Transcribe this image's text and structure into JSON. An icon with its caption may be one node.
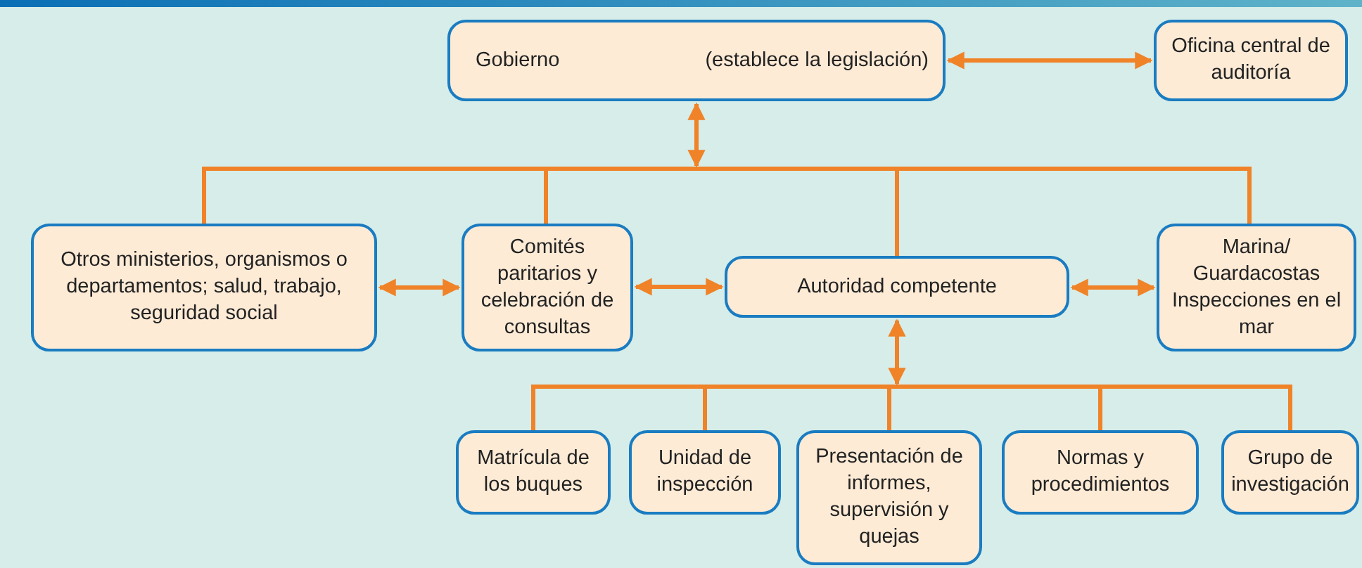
{
  "diagram": {
    "nodes": [
      {
        "text": [
          "Gobierno",
          "(establece la legislación)"
        ]
      },
      {
        "text": [
          "Oficina central de auditoría"
        ]
      },
      {
        "text": [
          "Otros ministerios, organismos o departamentos; salud, trabajo, seguridad social"
        ]
      },
      {
        "text": [
          "Comités paritarios y celebración de consultas"
        ]
      },
      {
        "text": [
          "Autoridad competente"
        ]
      },
      {
        "text": [
          "Marina/ Guardacostas Inspecciones en el mar"
        ]
      },
      {
        "text": [
          "Matrícula de los buques"
        ]
      },
      {
        "text": [
          "Unidad de inspección"
        ]
      },
      {
        "text": [
          "Presentación de informes, supervisión y quejas"
        ]
      },
      {
        "text": [
          "Normas y procedimientos"
        ]
      },
      {
        "text": [
          "Grupo de investigación"
        ]
      }
    ],
    "edges": [
      {
        "from": 0,
        "to": 1,
        "arrow": "both"
      },
      {
        "from": 2,
        "to": 0,
        "arrow": "to"
      },
      {
        "from": 3,
        "to": 0,
        "arrow": "to"
      },
      {
        "from": 4,
        "to": 0,
        "arrow": "to"
      },
      {
        "from": 5,
        "to": 0,
        "arrow": "to"
      },
      {
        "from": 2,
        "to": 3,
        "arrow": "both"
      },
      {
        "from": 3,
        "to": 4,
        "arrow": "both"
      },
      {
        "from": 4,
        "to": 5,
        "arrow": "both"
      },
      {
        "from": 6,
        "to": 4,
        "arrow": "to"
      },
      {
        "from": 7,
        "to": 4,
        "arrow": "to"
      },
      {
        "from": 8,
        "to": 4,
        "arrow": "to"
      },
      {
        "from": 9,
        "to": 4,
        "arrow": "to"
      },
      {
        "from": 10,
        "to": 4,
        "arrow": "to"
      }
    ]
  }
}
